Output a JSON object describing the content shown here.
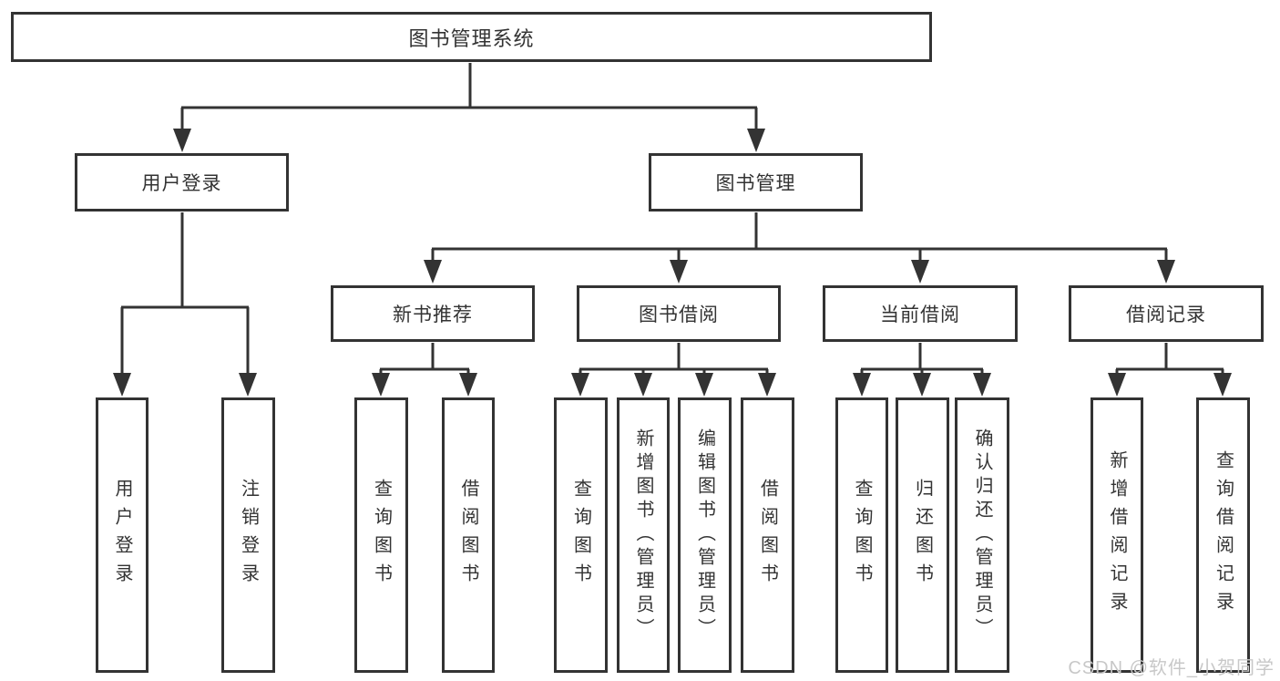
{
  "diagram": {
    "colors": {
      "background": "#ffffff",
      "box_bg": "#ffffff",
      "box_border": "#333333",
      "line": "#333333",
      "text": "#333333",
      "watermark_color": "#c8c8c8"
    },
    "watermark": "CSDN @软件_小贺同学",
    "nodes": {
      "root": {
        "label": "图书管理系统"
      },
      "level2": [
        {
          "label": "用户登录"
        },
        {
          "label": "图书管理"
        }
      ],
      "level3": [
        {
          "label": "新书推荐"
        },
        {
          "label": "图书借阅"
        },
        {
          "label": "当前借阅"
        },
        {
          "label": "借阅记录"
        }
      ],
      "leaves": {
        "user_login": [
          {
            "label": "用户登录"
          },
          {
            "label": "注销登录"
          }
        ],
        "new_book": [
          {
            "label": "查询图书"
          },
          {
            "label": "借阅图书"
          }
        ],
        "book_borrow": [
          {
            "label": "查询图书"
          },
          {
            "label": "新增图书（管理员）"
          },
          {
            "label": "编辑图书（管理员）"
          },
          {
            "label": "借阅图书"
          }
        ],
        "current_borrow": [
          {
            "label": "查询图书"
          },
          {
            "label": "归还图书"
          },
          {
            "label": "确认归还（管理员）"
          }
        ],
        "borrow_record": [
          {
            "label": "新增借阅记录"
          },
          {
            "label": "查询借阅记录"
          }
        ]
      }
    }
  }
}
